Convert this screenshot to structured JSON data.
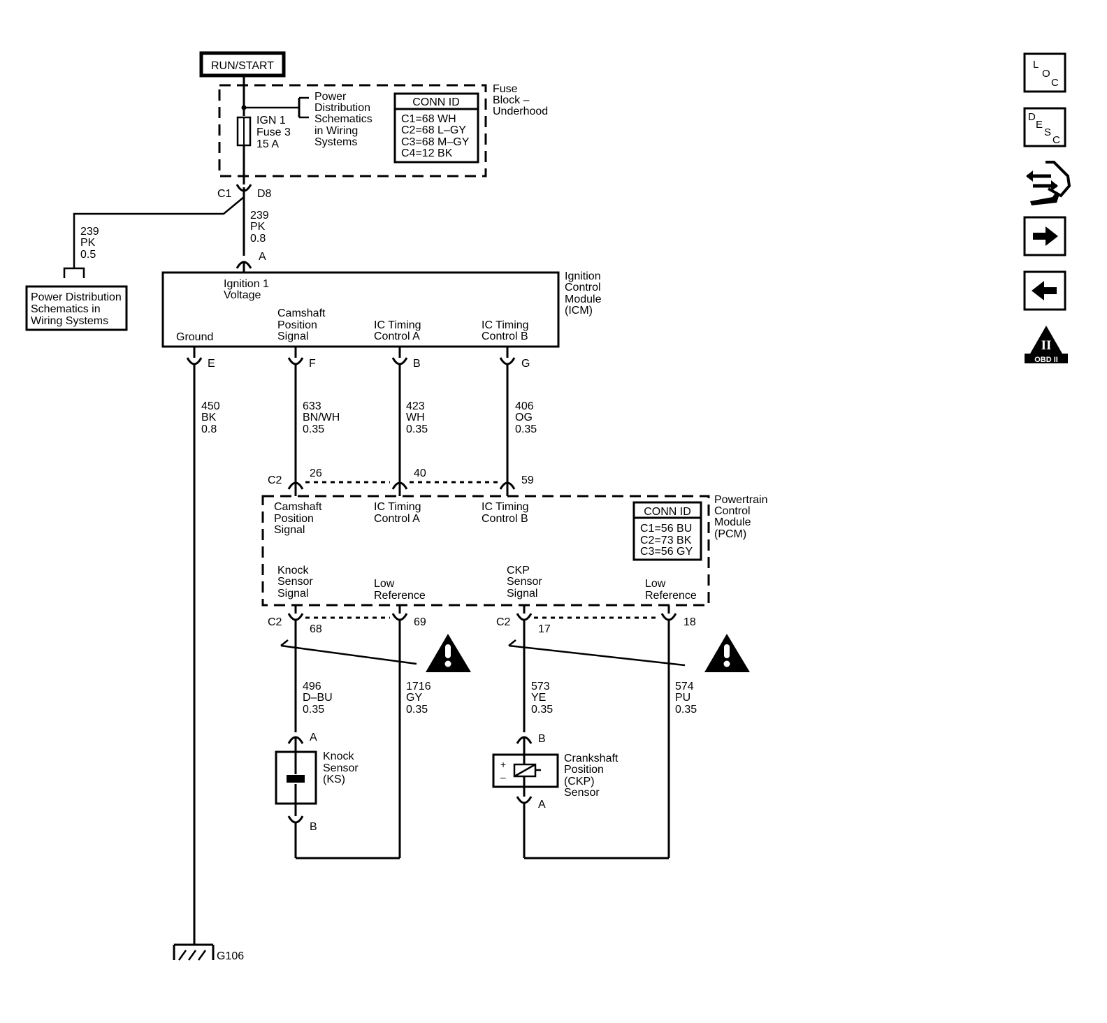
{
  "power": {
    "run_start": "RUN/START"
  },
  "fuse_block": {
    "label": [
      "Fuse",
      "Block –",
      "Underhood"
    ],
    "power_dist": [
      "Power",
      "Distribution",
      "Schematics",
      "in Wiring",
      "Systems"
    ],
    "fuse": [
      "IGN 1",
      "Fuse 3",
      "15 A"
    ],
    "conn_id": {
      "title": "CONN ID",
      "rows": [
        "C1=68 WH",
        "C2=68 L–GY",
        "C3=68 M–GY",
        "C4=12 BK"
      ]
    },
    "conn_c1": "C1",
    "conn_d8": "D8"
  },
  "wires": {
    "pk_08": [
      "239",
      "PK",
      "0.8"
    ],
    "pk_05": [
      "239",
      "PK",
      "0.5"
    ],
    "bk": [
      "450",
      "BK",
      "0.8"
    ],
    "bn_wh": [
      "633",
      "BN/WH",
      "0.35"
    ],
    "wh": [
      "423",
      "WH",
      "0.35"
    ],
    "og": [
      "406",
      "OG",
      "0.35"
    ],
    "d_bu": [
      "496",
      "D–BU",
      "0.35"
    ],
    "gy": [
      "1716",
      "GY",
      "0.35"
    ],
    "ye": [
      "573",
      "YE",
      "0.35"
    ],
    "pu": [
      "574",
      "PU",
      "0.35"
    ]
  },
  "left_ref": [
    "Power Distribution",
    "Schematics in",
    "Wiring Systems"
  ],
  "icm": {
    "label": [
      "Ignition",
      "Control",
      "Module",
      "(ICM)"
    ],
    "pin_a": "A",
    "ign_voltage": [
      "Ignition 1",
      "Voltage"
    ],
    "ground": "Ground",
    "cam_signal": [
      "Camshaft",
      "Position",
      "Signal"
    ],
    "ic_a": [
      "IC Timing",
      "Control A"
    ],
    "ic_b": [
      "IC Timing",
      "Control B"
    ],
    "pin_e": "E",
    "pin_f": "F",
    "pin_b": "B",
    "pin_g": "G"
  },
  "pcm": {
    "label": [
      "Powertrain",
      "Control",
      "Module",
      "(PCM)"
    ],
    "conn_id": {
      "title": "CONN ID",
      "rows": [
        "C1=56 BU",
        "C2=73 BK",
        "C3=56 GY"
      ]
    },
    "c2_top": "C2",
    "pin_26": "26",
    "pin_40": "40",
    "pin_59": "59",
    "cam_signal": [
      "Camshaft",
      "Position",
      "Signal"
    ],
    "ic_a": [
      "IC Timing",
      "Control A"
    ],
    "ic_b": [
      "IC Timing",
      "Control B"
    ],
    "knock_signal": [
      "Knock",
      "Sensor",
      "Signal"
    ],
    "low_ref_1": [
      "Low",
      "Reference"
    ],
    "ckp_signal": [
      "CKP",
      "Sensor",
      "Signal"
    ],
    "low_ref_2": [
      "Low",
      "Reference"
    ],
    "c2_left": "C2",
    "c2_right": "C2",
    "pin_68": "68",
    "pin_69": "69",
    "pin_17": "17",
    "pin_18": "18"
  },
  "knock_sensor": {
    "label": [
      "Knock",
      "Sensor",
      "(KS)"
    ],
    "pin_a": "A",
    "pin_b": "B"
  },
  "ckp_sensor": {
    "label": [
      "Crankshaft",
      "Position",
      "(CKP)",
      "Sensor"
    ],
    "pin_b": "B",
    "pin_a": "A",
    "plus": "+",
    "minus": "–"
  },
  "ground": {
    "label": "G106"
  },
  "nav": {
    "loc": [
      "L",
      "O",
      "C"
    ],
    "desc": [
      "D",
      "E",
      "S",
      "C"
    ],
    "obd": "OBD II",
    "obd_roman": "II"
  },
  "icons": [
    "loc-icon",
    "desc-icon",
    "connector-repair-icon",
    "next-arrow-icon",
    "previous-arrow-icon",
    "obd-ii-icon",
    "warning-icon"
  ]
}
